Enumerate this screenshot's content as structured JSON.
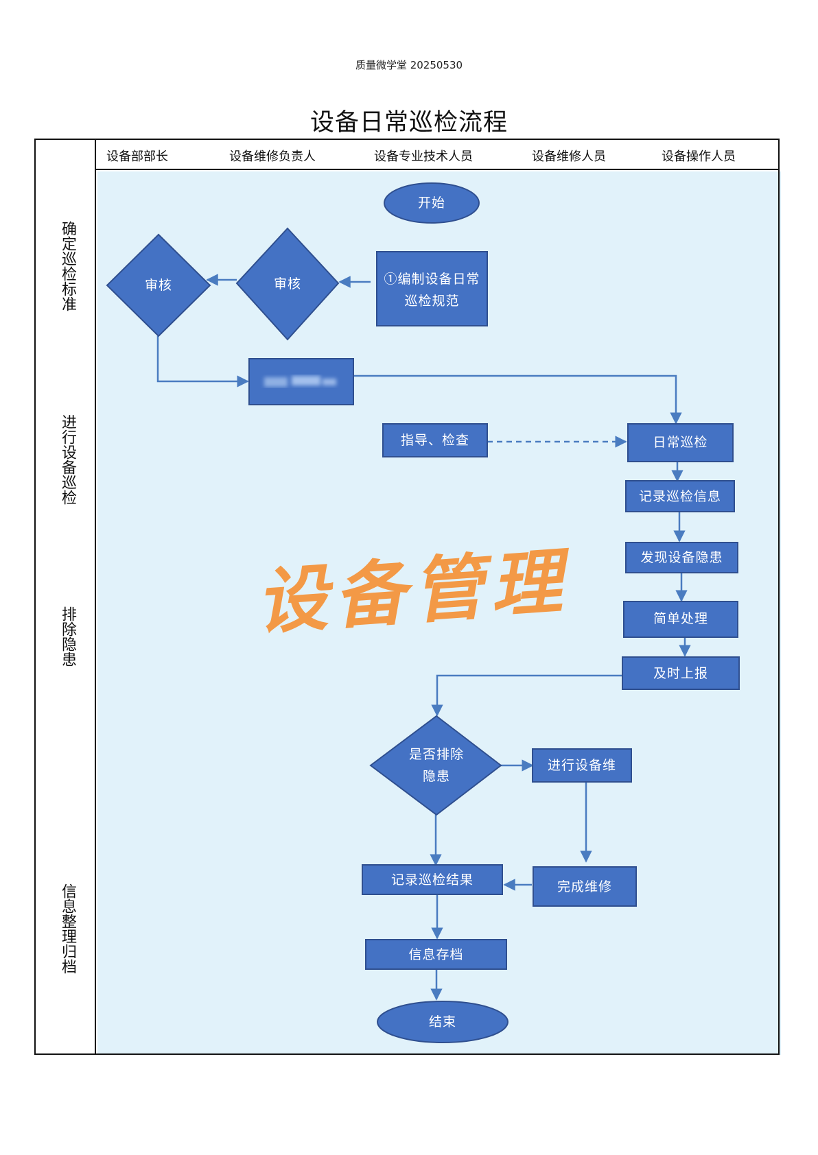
{
  "header_note": "质量微学堂 20250530",
  "title": "设备日常巡检流程",
  "columns": [
    "设备部部长",
    "设备维修负责人",
    "设备专业技术人员",
    "设备维修人员",
    "设备操作人员"
  ],
  "phases": [
    "确定巡检标准",
    "进行设备巡检",
    "排除隐患",
    "信息整理归档"
  ],
  "nodes": {
    "start": "开始",
    "review_1": "审核",
    "review_2": "审核",
    "compile": "①编制设备日常巡检规范",
    "guide": "指导、检查",
    "daily_inspection": "日常巡检",
    "record_info": "记录巡检信息",
    "find_hazard": "发现设备隐患",
    "simple_handle": "简单处理",
    "report": "及时上报",
    "decision": "是否排除隐患",
    "repair": "进行设备维",
    "record_result": "记录巡检结果",
    "complete_repair": "完成维修",
    "archive": "信息存档",
    "end": "结束"
  },
  "watermark": "设备管理",
  "colors": {
    "node_fill": "#4472c4",
    "node_border": "#2f4f8f",
    "connector": "#4a7cc0",
    "background": "#e1f2fa",
    "watermark": "#f5953d"
  }
}
